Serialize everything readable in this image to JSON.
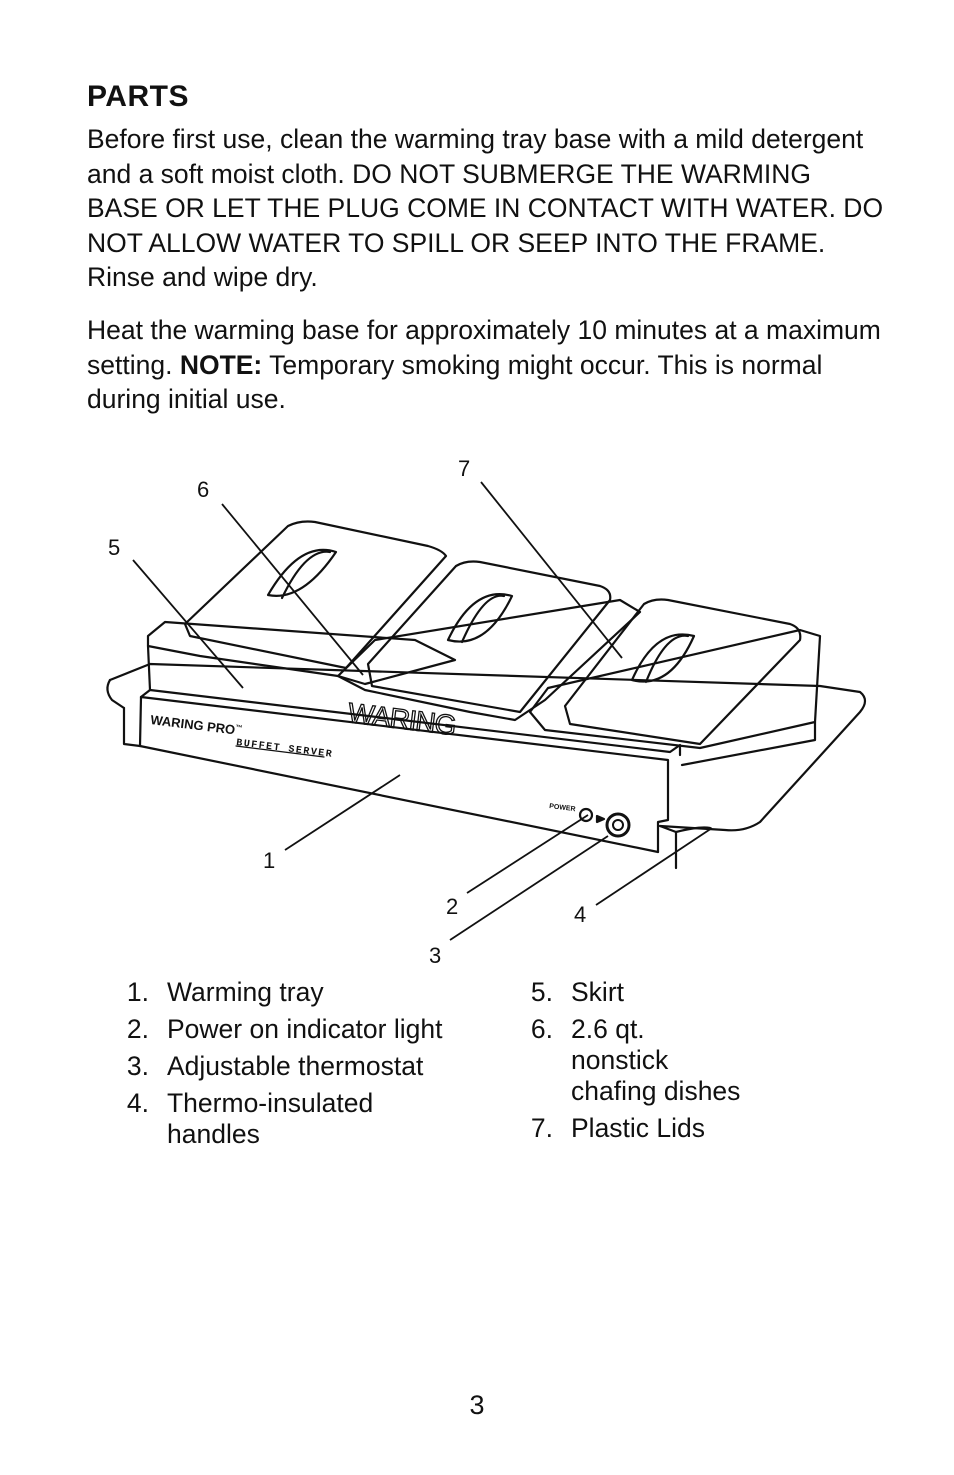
{
  "heading": "PARTS",
  "paragraph1": "Before first use, clean the warming tray base with a mild detergent and a soft moist cloth. DO NOT SUBMERGE THE WARMING BASE OR LET THE PLUG COME IN CONTACT WITH WATER. DO NOT ALLOW WATER TO SPILL OR SEEP INTO THE FRAME. Rinse and wipe dry.",
  "paragraph2": {
    "before": "Heat the warming base for approximately 10 minutes at a maximum setting. ",
    "note_label": "NOTE:",
    "after": " Temporary smoking might occur. This is normal during initial use."
  },
  "diagram": {
    "callouts": [
      "1",
      "2",
      "3",
      "4",
      "5",
      "6",
      "7"
    ],
    "brand_label": "WARING PRO",
    "trademark": "™",
    "product_label": "BUFFET SERVER",
    "logo_text": "WARING",
    "power_label": "POWER"
  },
  "parts": [
    {
      "num": "1.",
      "label": "Warming tray"
    },
    {
      "num": "2.",
      "label": "Power on indicator light"
    },
    {
      "num": "3.",
      "label": "Adjustable thermostat"
    },
    {
      "num": "4.",
      "label": "Thermo-insulated handles"
    },
    {
      "num": "5.",
      "label": "Skirt"
    },
    {
      "num": "6.",
      "label": "2.6 qt. nonstick chafing dishes"
    },
    {
      "num": "7.",
      "label": "Plastic Lids"
    }
  ],
  "page_number": "3"
}
